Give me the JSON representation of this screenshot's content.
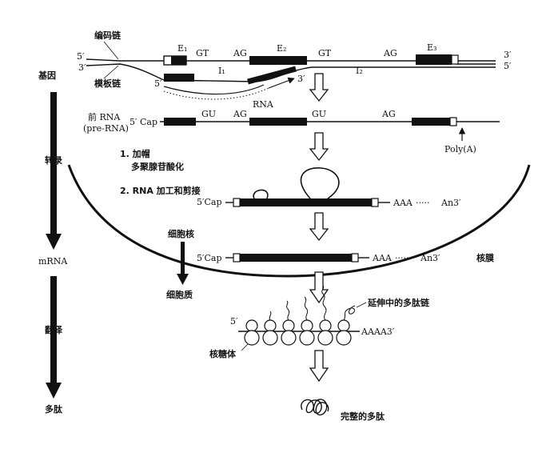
{
  "colors": {
    "ink": "#111111",
    "background": "#ffffff"
  },
  "left_flow": {
    "gene": "基因",
    "transcription": "转录",
    "mrna": "mRNA",
    "translation": "翻译",
    "polypeptide": "多肽"
  },
  "gene_row": {
    "coding_strand": "编码链",
    "template_strand": "模板链",
    "end_5_top": "5′",
    "end_3_bottom": "3′",
    "end_3_top_right": "3′",
    "end_5_bottom_right": "5′",
    "e1": "E₁",
    "e2": "E₂",
    "e3": "E₃",
    "gt1": "GT",
    "ag1": "AG",
    "gt2": "GT",
    "ag2": "AG",
    "i1": "I₁",
    "i2": "I₂",
    "rna_5": "5′",
    "rna_3": "3′",
    "rna": "RNA"
  },
  "pre_rna_row": {
    "label_line1": "前 RNA",
    "label_line2": "(pre-RNA)",
    "cap": "5′ Cap",
    "gu1": "GU",
    "ag1": "AG",
    "gu2": "GU",
    "ag2": "AG",
    "poly_a": "Poly(A)"
  },
  "processing": {
    "step1_line1": "1. 加帽",
    "step1_line2": "多聚腺苷酸化",
    "step2": "2. RNA 加工和剪接"
  },
  "spliced_row": {
    "cap": "5′Cap",
    "aaa": "AAA",
    "dots": "·····",
    "an3": "An3′"
  },
  "mature_row": {
    "cap": "5′Cap",
    "aaa": "AAA",
    "dots": "·····",
    "an3": "An3′",
    "nucleus": "细胞核",
    "cytoplasm": "细胞质",
    "nuclear_membrane": "核膜"
  },
  "translation_row": {
    "end_5": "5′",
    "aaaa3": "AAAA3′",
    "ribosome": "核糖体",
    "growing_chain": "延伸中的多肽链"
  },
  "final": {
    "complete_polypeptide": "完整的多肽"
  }
}
